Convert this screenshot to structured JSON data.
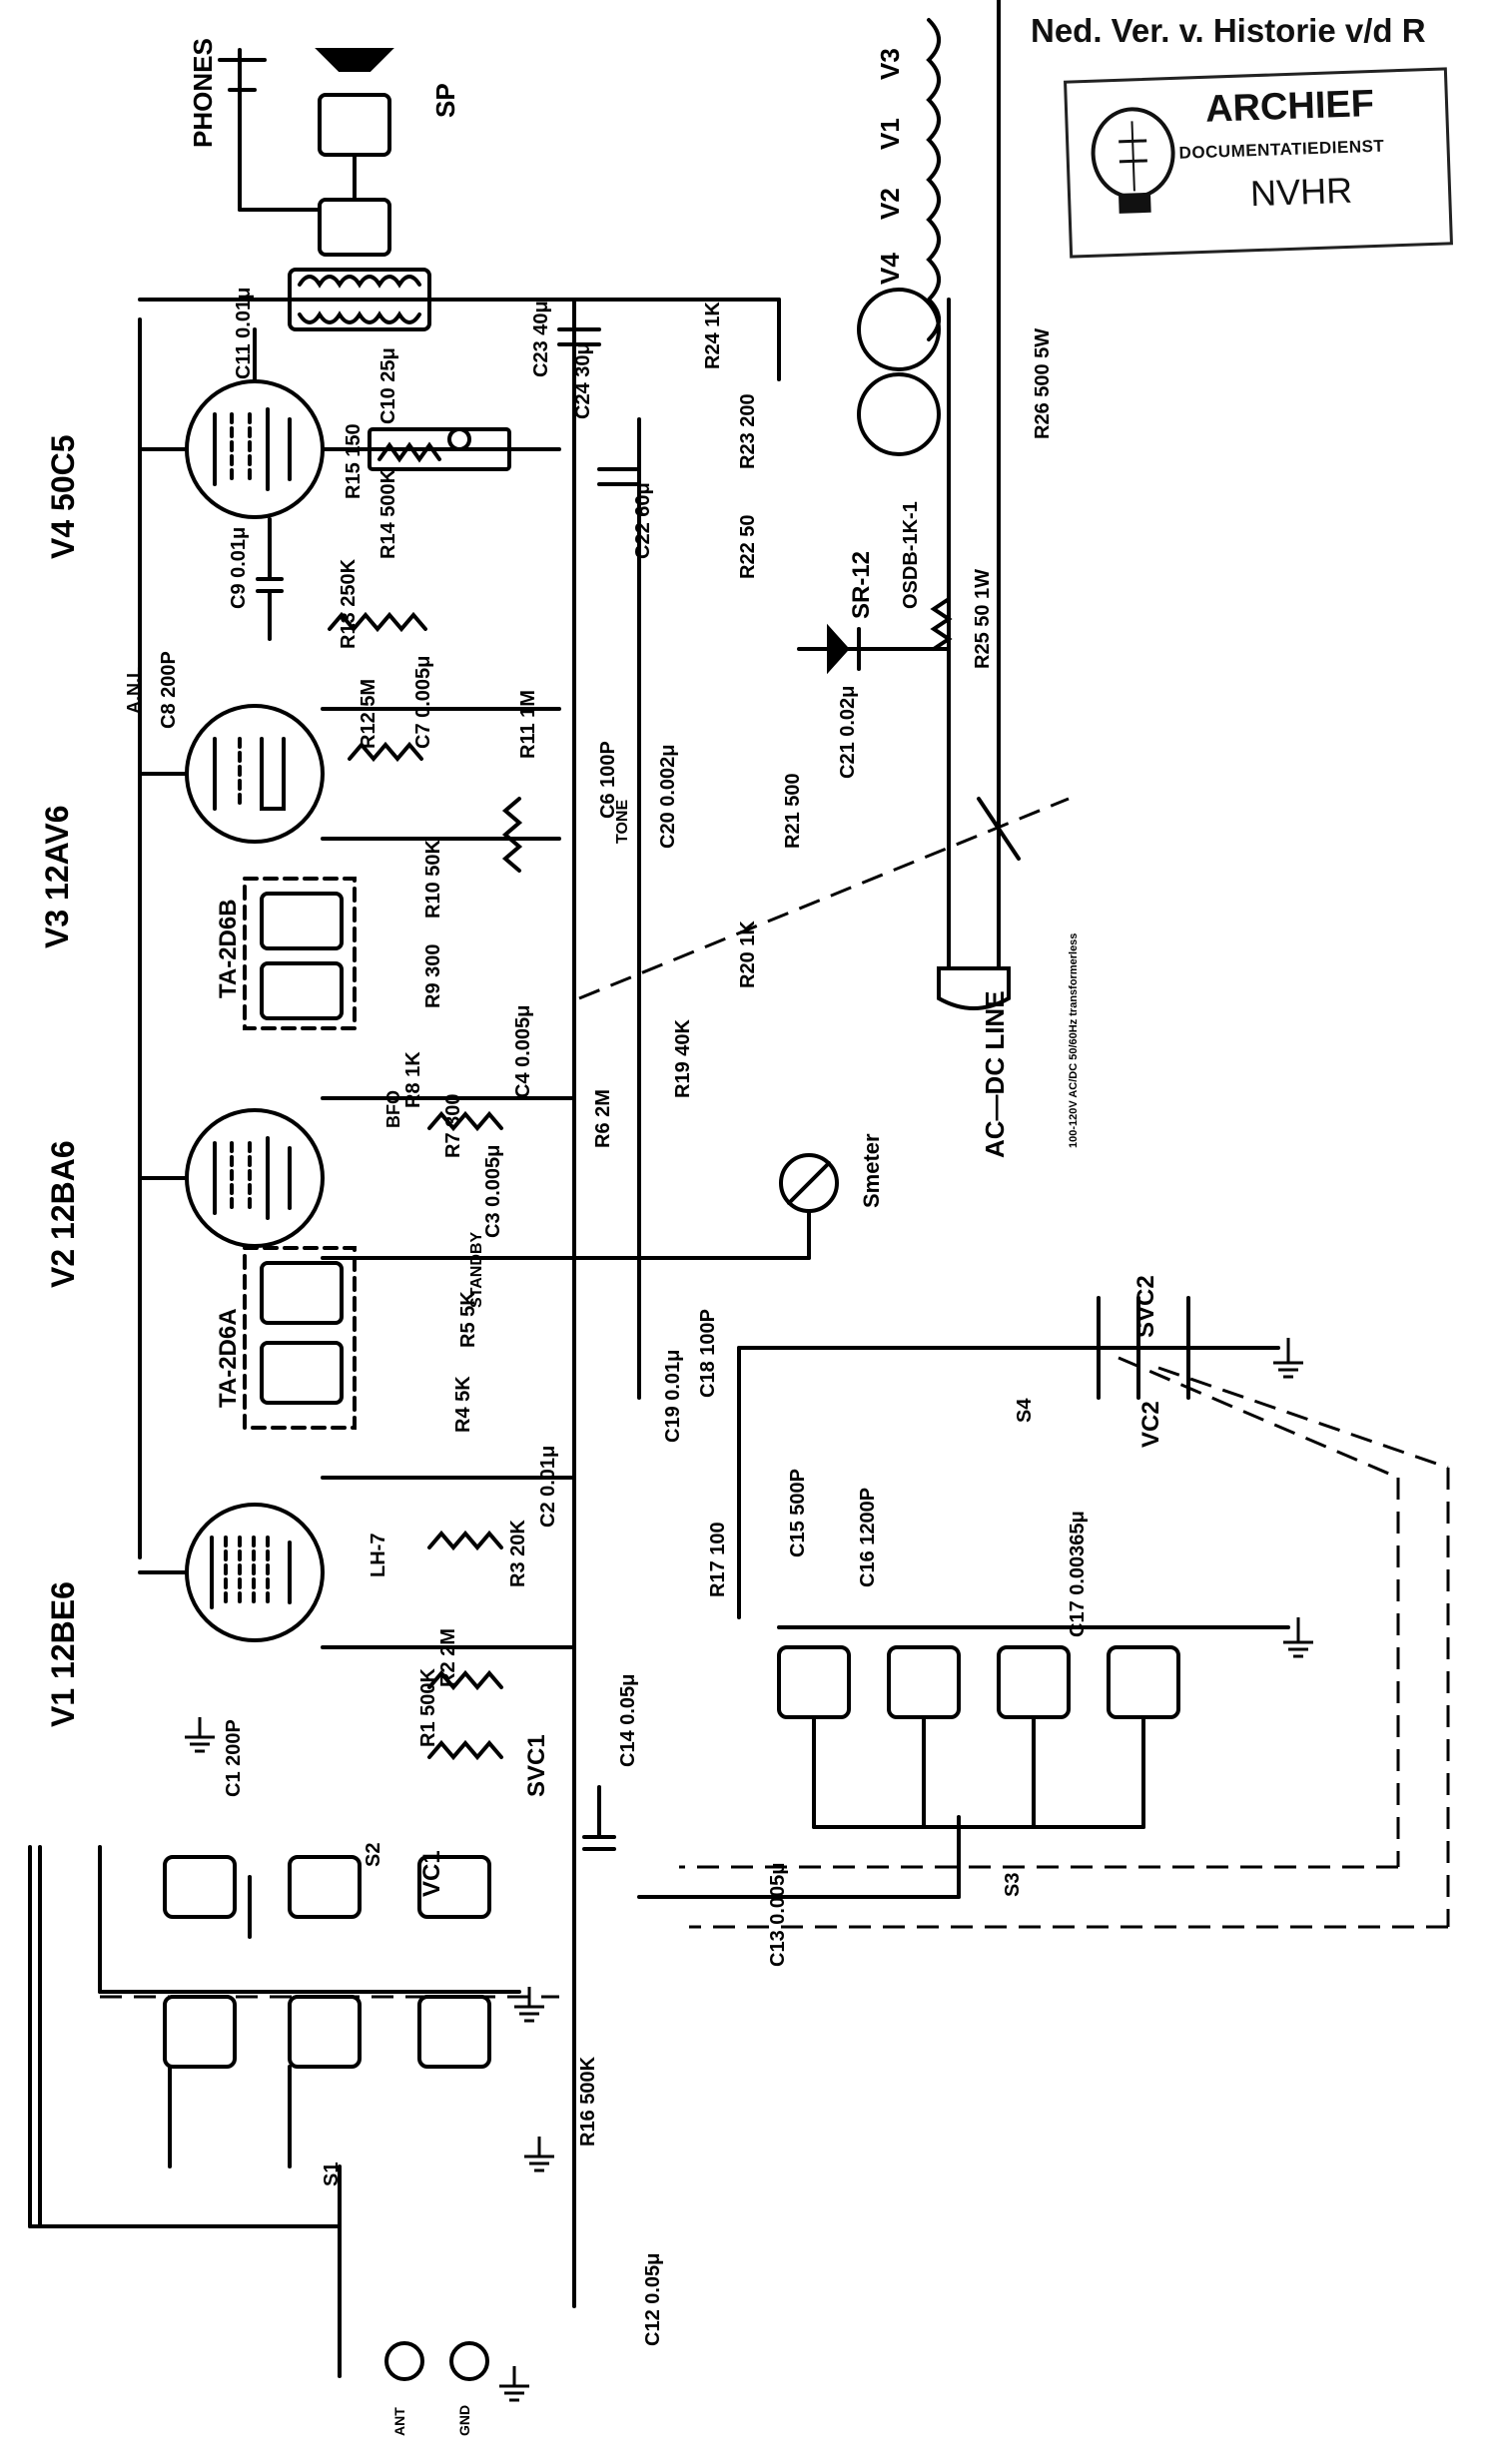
{
  "header": {
    "text": "Ned. Ver. v. Historie v/d R"
  },
  "stamp": {
    "line1": "ARCHIEF",
    "line2": "DOCUMENTATIEDIENST",
    "line3": "NVHR"
  },
  "tubes": [
    {
      "id": "V1",
      "type": "12BE6"
    },
    {
      "id": "V2",
      "type": "12BA6"
    },
    {
      "id": "V3",
      "type": "12AV6"
    },
    {
      "id": "V4",
      "type": "50C5"
    }
  ],
  "heater_string": [
    "V3",
    "V1",
    "V2",
    "V4"
  ],
  "transformers": [
    "TA-2D6A",
    "TA-2D6B"
  ],
  "outputs": [
    "PHONES",
    "SP"
  ],
  "rectifier": {
    "label": "SR-12"
  },
  "pilot": {
    "label": "OSDB-1K-1"
  },
  "line": {
    "label": "AC—DC LINE"
  },
  "antenna": [
    "ANT",
    "GND"
  ],
  "switches": [
    "S1",
    "S2",
    "S3",
    "S4",
    "A.N.L"
  ],
  "variable_caps": [
    "VC1",
    "SVC1",
    "VC2",
    "SVC2"
  ],
  "meter": "Smeter",
  "controls": [
    "TONE",
    "BFO",
    "STANDBY"
  ],
  "components": [
    "C11 0.01μ",
    "C23 40μ",
    "C24 30μ",
    "C22 60μ",
    "C10 25μ",
    "R15 150",
    "R14 500K",
    "R24 1K",
    "R23 200",
    "R22 50",
    "R25 50 1W",
    "R26 500 5W",
    "C9 0.01μ",
    "R13 250K",
    "C8 200P",
    "C7 0.005μ",
    "R12 5M",
    "R11 1M",
    "C6 100P",
    "C20 0.002μ",
    "R21 500",
    "C21 0.02μ",
    "R10 50K",
    "R9 300",
    "R20 1K",
    "C4 0.005μ",
    "R19 40K",
    "R6 2M",
    "R8 1K",
    "R7 300",
    "C3 0.005μ",
    "R5 5K",
    "R4 5K",
    "C19 0.01μ",
    "C18 100P",
    "C2 0.01μ",
    "R17 100",
    "R3 20K",
    "LH-7",
    "R2 2M",
    "R1 500K",
    "C1 200P",
    "C14 0.05μ",
    "C15 500P",
    "C16 1200P",
    "C17 0.00365μ",
    "C13 0.005μ",
    "R16 500K",
    "C12 0.05μ"
  ],
  "note": "100-120V AC/DC 50/60Hz transformerless"
}
